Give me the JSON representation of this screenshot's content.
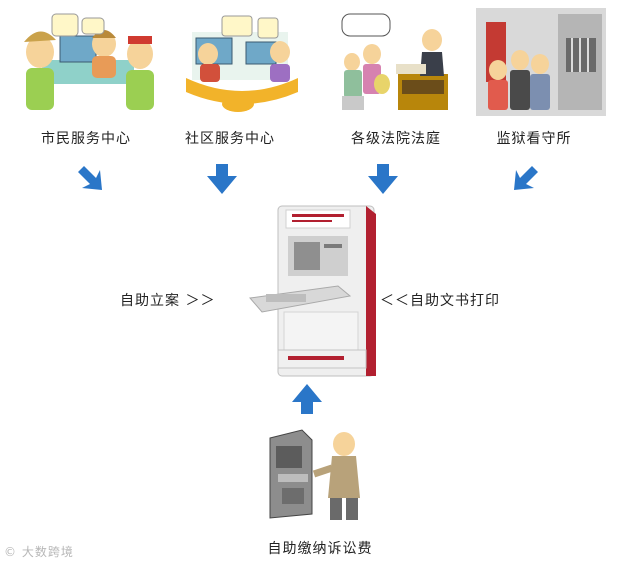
{
  "sources": [
    {
      "label": "市民服务中心"
    },
    {
      "label": "社区服务中心"
    },
    {
      "label": "各级法院法庭"
    },
    {
      "label": "监狱看守所"
    }
  ],
  "machine": {
    "left_label": "自助立案 ＞＞",
    "right_label": "＜＜自助文书打印"
  },
  "bottom": {
    "label": "自助缴纳诉讼费"
  },
  "colors": {
    "arrow": "#2a76c8",
    "machine_accent": "#b22030"
  },
  "watermark": "© 大数跨境"
}
